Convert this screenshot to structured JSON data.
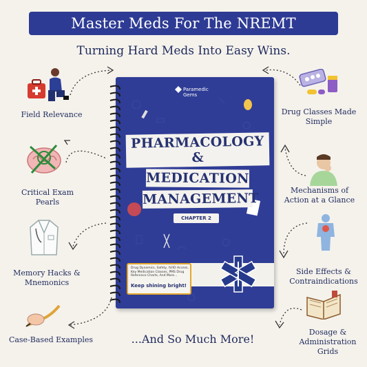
{
  "header": {
    "title": "Master Meds For The NREMT",
    "subtitle": "Turning Hard Meds Into Easy Wins."
  },
  "book": {
    "brand": "Paramedic Gems",
    "title_lines": [
      "PHARMACOLOGY &",
      "MEDICATION",
      "MANAGEMENT"
    ],
    "chapter": "CHAPTER 2",
    "note_text": "Drug Dynamics, Safety, IV/IO Access, Key Medication Classes, PMS Drug Reference Charts, And More...",
    "note_tagline": "Keep shining bright!"
  },
  "features_left": [
    {
      "label": "Field Relevance",
      "icon": "paramedic-kit-icon"
    },
    {
      "label": "Critical Exam Pearls",
      "icon": "brain-target-icon"
    },
    {
      "label": "Memory Hacks & Mnemonics",
      "icon": "lab-coat-icon"
    },
    {
      "label": "Case-Based Examples",
      "icon": "hand-pen-icon"
    }
  ],
  "features_right": [
    {
      "label": "Drug Classes Made Simple",
      "icon": "pills-icon"
    },
    {
      "label": "Mechanisms of Action at a Glance",
      "icon": "person-coughing-icon"
    },
    {
      "label": "Side Effects & Contraindications",
      "icon": "body-organs-icon"
    },
    {
      "label": "Dosage & Administration Grids",
      "icon": "open-book-icon"
    }
  ],
  "footer": {
    "more": "...And So Much More!"
  },
  "colors": {
    "navy": "#2e3b94",
    "cover": "#2f3d96",
    "accent_gold": "#e3a62a"
  }
}
